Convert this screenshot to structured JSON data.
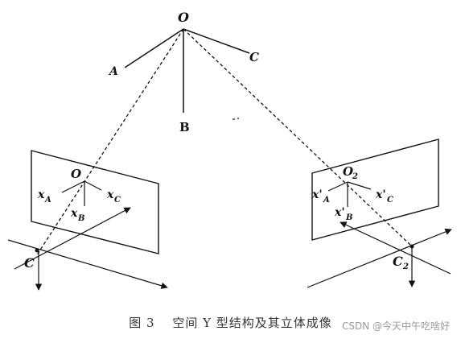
{
  "labels": {
    "O": "O",
    "A": "A",
    "B": "B",
    "C": "C",
    "O1": "O",
    "xA": "x",
    "xA_sub": "A",
    "xB": "x",
    "xB_sub": "B",
    "xC": "x",
    "xC_sub": "C",
    "C1": "C",
    "O2": "O",
    "O2_sub": "2",
    "xA2": "x'",
    "xA2_sub": "A",
    "xB2": "x'",
    "xB2_sub": "B",
    "xC2": "x'",
    "xC2_sub": "C",
    "C2": "C",
    "C2_sub": "2"
  },
  "caption": "图 3　 空间 Y 型结构及其立体成像",
  "watermark": "CSDN @今天中午吃啥好"
}
